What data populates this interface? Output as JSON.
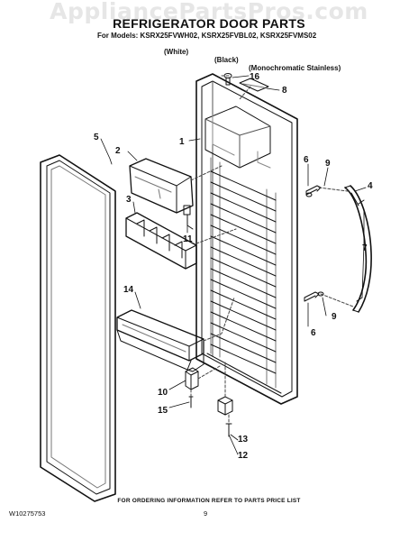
{
  "watermark": "AppliancePartsPros.com",
  "title": "REFRIGERATOR DOOR PARTS",
  "models_line": "For Models: KSRX25FVWH02, KSRX25FVBL02, KSRX25FVMS02",
  "colors": [
    "(White)",
    "(Black)",
    "(Monochromatic Stainless)"
  ],
  "callouts": {
    "c1": "1",
    "c2": "2",
    "c3": "3",
    "c4": "4",
    "c5": "5",
    "c6a": "6",
    "c6b": "6",
    "c7": "7",
    "c8": "8",
    "c9a": "9",
    "c9b": "9",
    "c10": "10",
    "c11": "11",
    "c12": "12",
    "c13": "13",
    "c14": "14",
    "c15": "15",
    "c16": "16"
  },
  "footer_note": "FOR ORDERING INFORMATION REFER TO PARTS PRICE LIST",
  "doc_number": "W10275753",
  "page_number": "9"
}
